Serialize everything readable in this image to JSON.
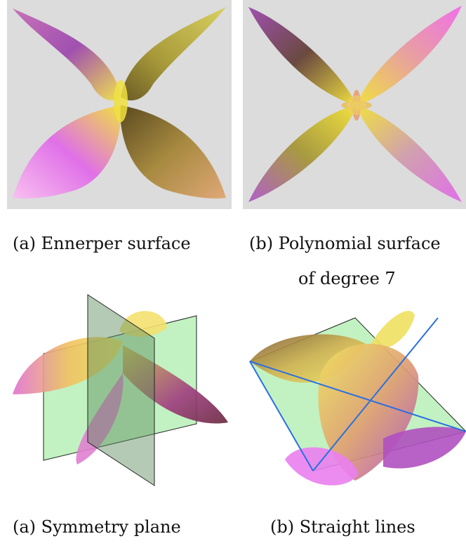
{
  "captions": {
    "top_left": "(a) Ennerper surface",
    "top_right_line1": "(b) Polynomial surface",
    "top_right_line2": "of degree 7",
    "bottom_left": "(a) Symmetry plane",
    "bottom_right": "(b) Straight lines"
  },
  "colors": {
    "panel_background": "#dcdcdc",
    "surface_magenta": "#e070e8",
    "surface_yellow": "#f0e040",
    "surface_olive": "#8a7a30",
    "plane_green": "#90e890",
    "straight_line_blue": "#2a6fe0"
  }
}
